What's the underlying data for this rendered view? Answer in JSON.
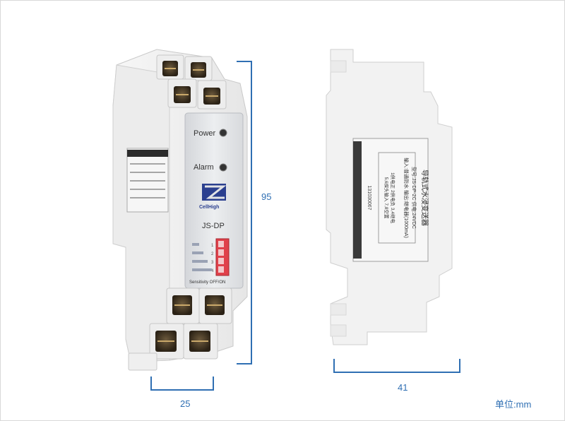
{
  "front_device": {
    "power_label": "Power",
    "alarm_label": "Alarm",
    "brand": "CellHigh",
    "model": "JS-DP",
    "dip_numbers": [
      "1",
      "2",
      "3",
      "4"
    ],
    "dip_caption": "Sensitivity  OFF/ON"
  },
  "side_device": {
    "label_title": "导轨式水浸变送器",
    "label_lines": [
      "型号:JS-DP-2C  供电:24VDC",
      "输入:普通防水  输出:继电器(1000mA)",
      "1供电正 2供电负 3,4继电",
      "5,6探头输入  7,8空置"
    ],
    "serial": "131030067"
  },
  "dimensions": {
    "height": "95",
    "front_width": "25",
    "side_width": "41",
    "unit": "单位:mm"
  },
  "colors": {
    "dimension": "#2f6fb3",
    "housing": "#f0f0f0",
    "panel": "#e2e3e6",
    "dip_switch": "#e0414b"
  }
}
